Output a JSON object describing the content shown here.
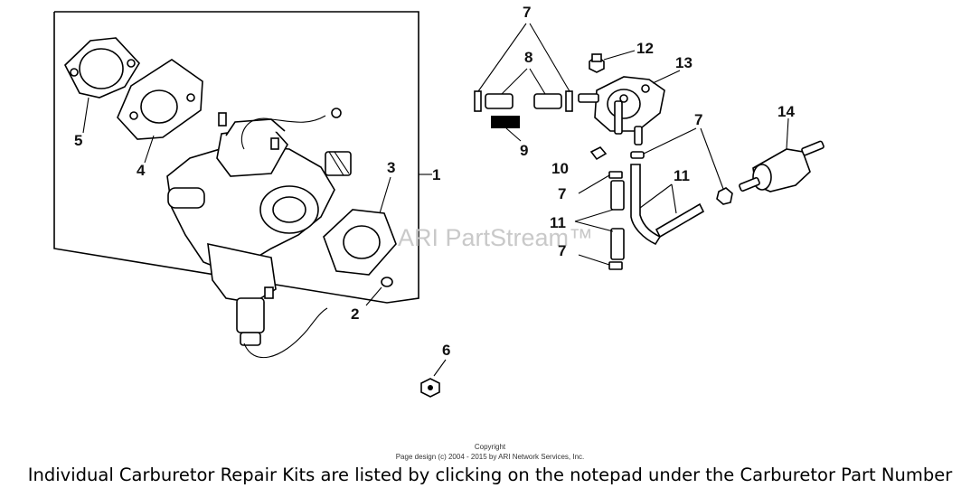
{
  "watermark": "ARI PartStream™",
  "callouts": {
    "c1": "1",
    "c2": "2",
    "c3": "3",
    "c4": "4",
    "c5": "5",
    "c6": "6",
    "c7a": "7",
    "c7b": "7",
    "c7c": "7",
    "c7d": "7",
    "c8": "8",
    "c9": "9",
    "c10": "10",
    "c11a": "11",
    "c11b": "11",
    "c12": "12",
    "c13": "13",
    "c14": "14"
  },
  "footer": {
    "copyright": "Copyright",
    "page_design": "Page design (c) 2004 - 2015 by ARI Network Services, Inc.",
    "notice": "Individual Carburetor Repair Kits are listed by clicking on the notepad under the Carburetor Part Number"
  }
}
